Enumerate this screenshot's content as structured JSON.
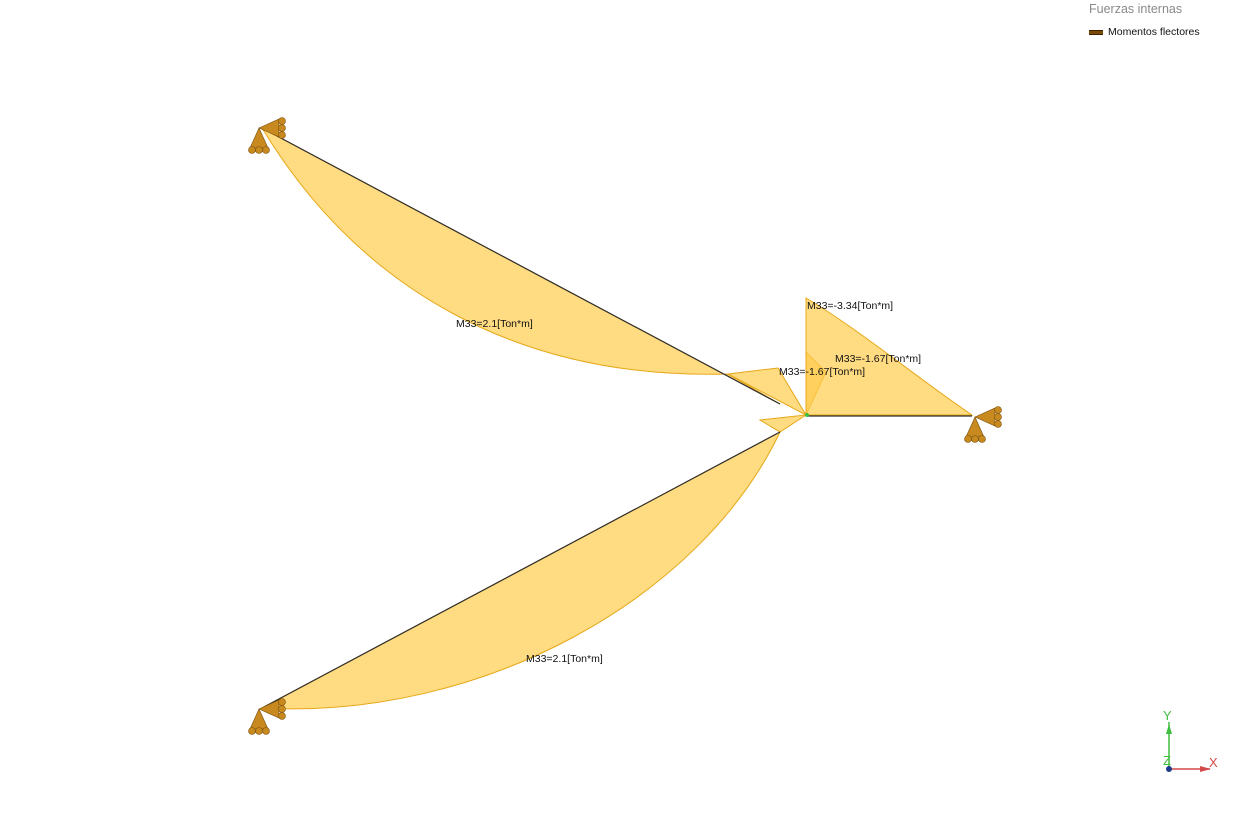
{
  "legend": {
    "title": "Fuerzas internas",
    "item_label": "Momentos flectores",
    "item_color": "#7a4a00"
  },
  "diagram": {
    "fill_color": "#ffcc4d",
    "edge_color": "#e6a817",
    "member_color": "#2e2e2e",
    "support_color": "#c88a1e",
    "labels": [
      {
        "id": "upper-diagonal",
        "text": "M33=2.1[Ton*m]"
      },
      {
        "id": "lower-diagonal",
        "text": "M33=2.1[Ton*m]"
      },
      {
        "id": "vertical-top",
        "text": "M33=-3.34[Ton*m]"
      },
      {
        "id": "horizontal-right",
        "text": "M33=-1.67[Ton*m]"
      },
      {
        "id": "joint-left",
        "text": "M33=-1.67[Ton*m]"
      }
    ]
  },
  "axes": {
    "y_label": "Y",
    "z_label": "Z",
    "x_label": "X",
    "y_color": "#3fbf3f",
    "x_color": "#d44a4a",
    "origin_color": "#1f3a8a"
  }
}
